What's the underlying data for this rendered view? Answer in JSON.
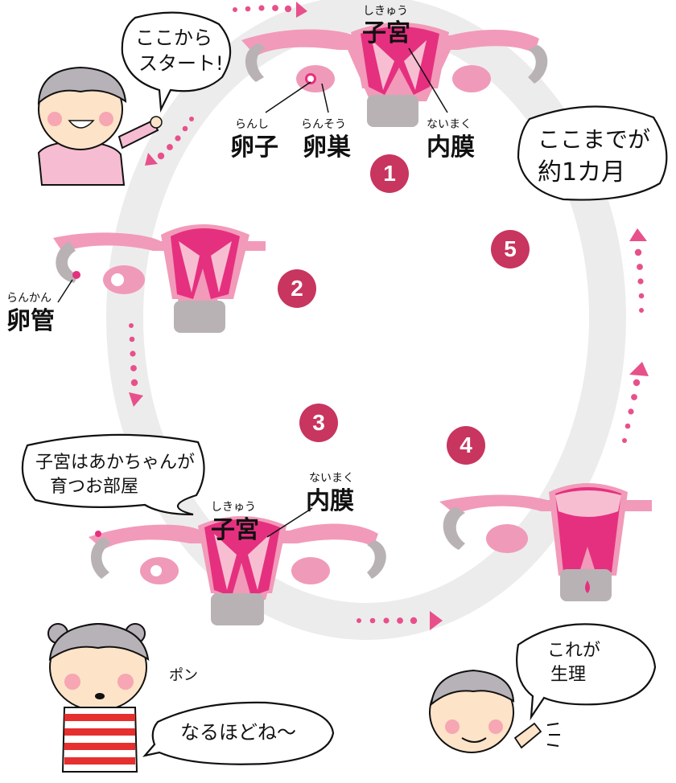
{
  "colors": {
    "ring": "#ececec",
    "uterus_outer": "#f29ab9",
    "uterus_inner": "#e5307f",
    "cervix": "#b9b2b5",
    "ovary": "#f09ab9",
    "badge": "#c8355f",
    "arrow": "#e8508b"
  },
  "steps": [
    "1",
    "2",
    "3",
    "4",
    "5"
  ],
  "labels": {
    "uterus_top": {
      "ruby": "しきゅう",
      "term": "子宮"
    },
    "egg": {
      "ruby": "らんし",
      "term": "卵子"
    },
    "ovary": {
      "ruby": "らんそう",
      "term": "卵巣"
    },
    "endometrium_top": {
      "ruby": "ないまく",
      "term": "内膜"
    },
    "oviduct": {
      "ruby": "らんかん",
      "term": "卵管"
    },
    "endometrium_bottom": {
      "ruby": "ないまく",
      "term": "内膜"
    },
    "uterus_bottom": {
      "ruby": "しきゅう",
      "term": "子宮"
    }
  },
  "bubbles": {
    "start": [
      "ここから",
      "スタート!"
    ],
    "one_month": [
      "ここまでが",
      "約1カ月"
    ],
    "room": [
      "子宮はあかちゃんが",
      "育つお部屋"
    ],
    "pon": "ポン",
    "naruhodo": "なるほどね〜",
    "period": [
      "これが",
      "生理"
    ]
  }
}
